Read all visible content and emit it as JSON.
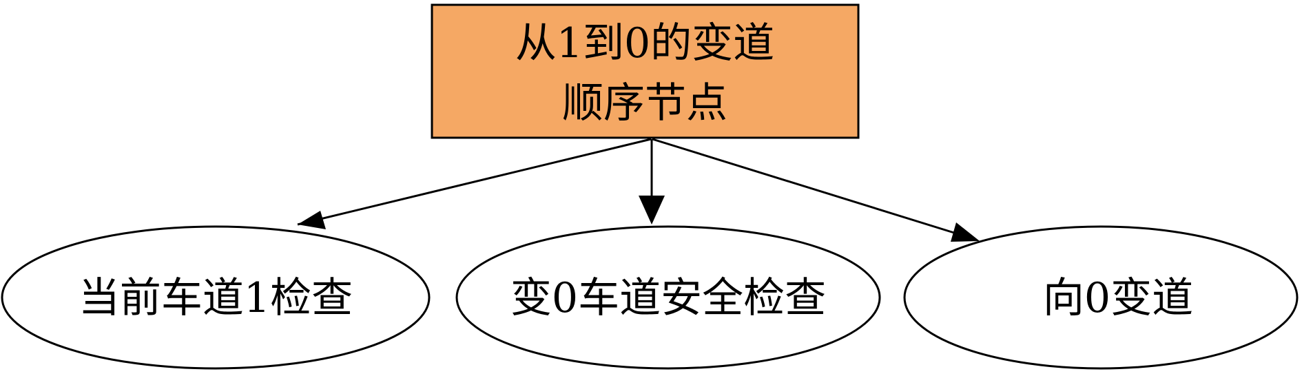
{
  "colors": {
    "root_fill": "#F5A864",
    "leaf_fill": "#FFFFFF",
    "stroke": "#000000"
  },
  "root": {
    "line1": "从1到0的变道",
    "line2": "顺序节点"
  },
  "children": [
    {
      "label": "当前车道1检查"
    },
    {
      "label": "变0车道安全检查"
    },
    {
      "label": "向0变道"
    }
  ]
}
